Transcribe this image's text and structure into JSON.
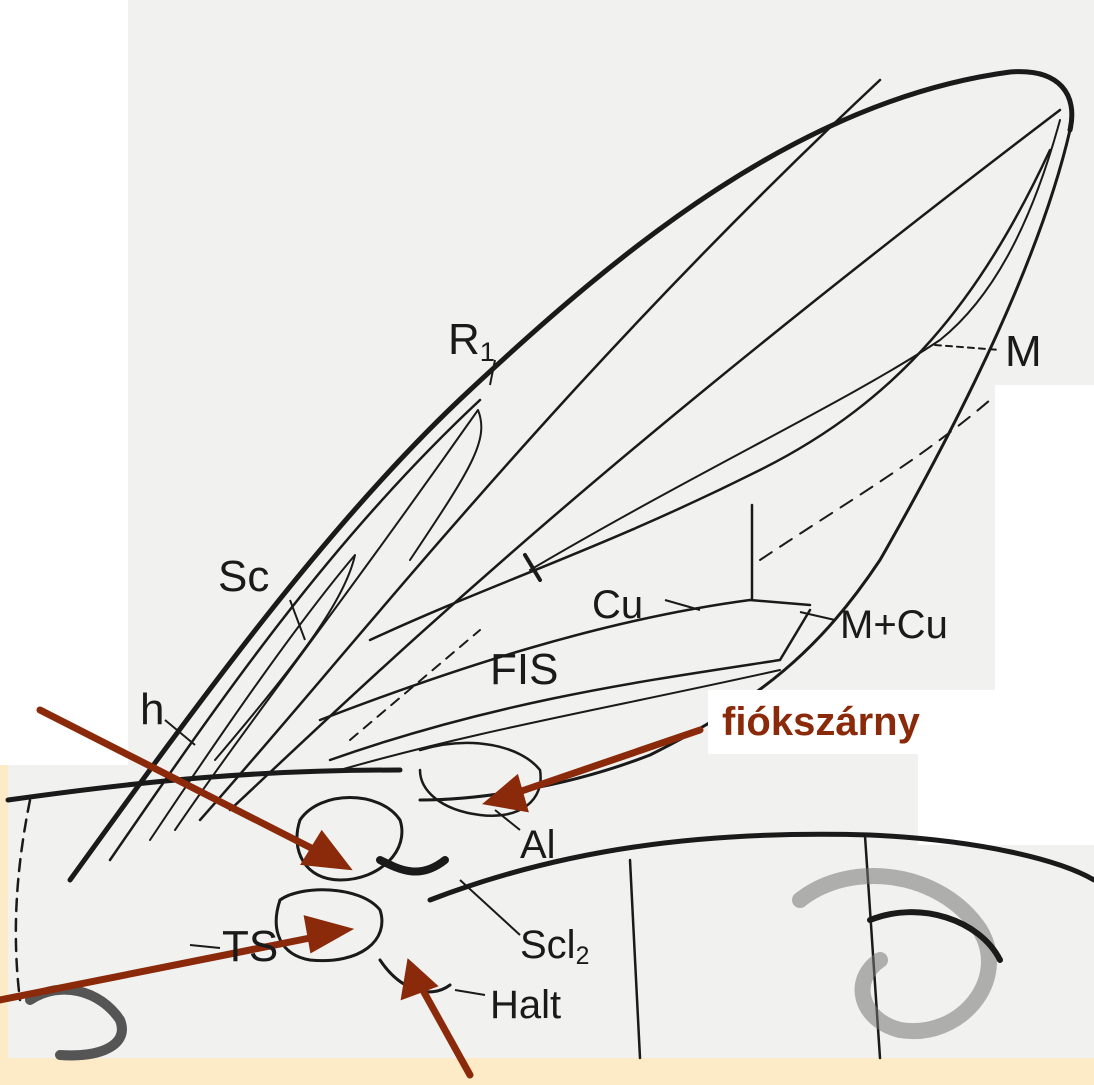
{
  "labels": {
    "r1": "R",
    "r1_sub": "1",
    "m": "M",
    "sc": "Sc",
    "cu": "Cu",
    "m_cu": "M+Cu",
    "fis": "FIS",
    "h": "h",
    "al": "Al",
    "scl2": "Scl",
    "scl2_sub": "2",
    "ts": "TS",
    "halt": "Halt"
  },
  "callout": {
    "text": "fiókszárny"
  },
  "colors": {
    "arrow": "#8b2a0a",
    "background": "#fdebc8",
    "diagram_bg": "#f0f0ef",
    "ink": "#1a1a1a"
  }
}
